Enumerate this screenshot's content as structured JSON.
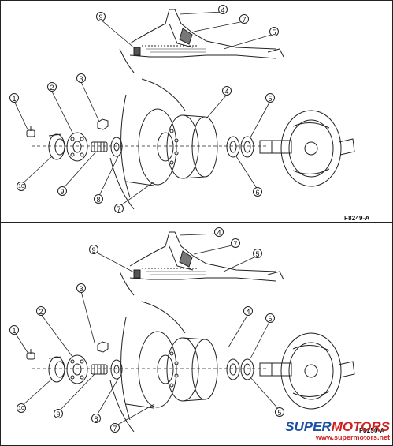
{
  "panels": [
    {
      "id": "top",
      "figure_code": "F8249-A",
      "callouts": [
        "1",
        "2",
        "3",
        "4",
        "5",
        "6",
        "7",
        "8",
        "9",
        "10",
        "4",
        "7",
        "9",
        "5"
      ]
    },
    {
      "id": "bottom",
      "figure_code": "F8250-A",
      "callouts": [
        "1",
        "2",
        "3",
        "4",
        "5",
        "6",
        "7",
        "8",
        "9",
        "10",
        "4",
        "7",
        "9",
        "5"
      ]
    }
  ],
  "watermark": {
    "brand_part1": "SUPER",
    "brand_part2": "MOTORS",
    "url": "www.supermotors.net"
  },
  "colors": {
    "line": "#222222",
    "brand_blue": "#1d4fa3",
    "brand_red": "#d01f1f"
  }
}
